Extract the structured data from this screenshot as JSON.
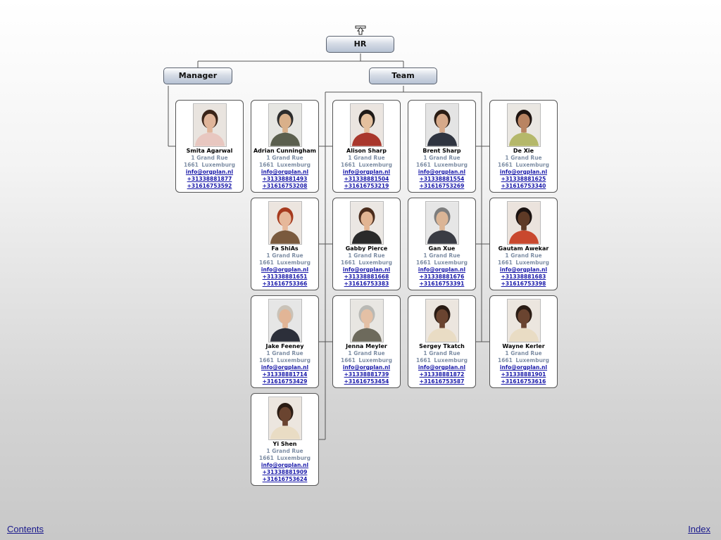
{
  "nodes": {
    "hr": "HR",
    "manager": "Manager",
    "team": "Team"
  },
  "people": [
    {
      "name": "Smita Agarwal",
      "street": "1 Grand Rue",
      "zip": "1661",
      "city": "Luxemburg",
      "email": "info@orgplan.nl",
      "phone1": "+31338881877",
      "phone2": "+31616753592",
      "skin": "#e0b59a",
      "hair": "#3a2418",
      "shirt": "#e8c7c0",
      "bg": "#e9e4df"
    },
    {
      "name": "Adrian Cunningham",
      "street": "1 Grand Rue",
      "zip": "1661",
      "city": "Luxemburg",
      "email": "info@orgplan.nl",
      "phone1": "+31338881493",
      "phone2": "+31616753208",
      "skin": "#d9b08a",
      "hair": "#2c2c2c",
      "shirt": "#5b5f4e",
      "bg": "#e6e6e2"
    },
    {
      "name": "Alison Sharp",
      "street": "1 Grand Rue",
      "zip": "1661",
      "city": "Luxemburg",
      "email": "info@orgplan.nl",
      "phone1": "+31338881504",
      "phone2": "+31616753219",
      "skin": "#e4c09e",
      "hair": "#1e1a18",
      "shirt": "#a9372c",
      "bg": "#ebe5e0"
    },
    {
      "name": "Brent Sharp",
      "street": "1 Grand Rue",
      "zip": "1661",
      "city": "Luxemburg",
      "email": "info@orgplan.nl",
      "phone1": "+31338881554",
      "phone2": "+31616753269",
      "skin": "#d6a98a",
      "hair": "#2a1c14",
      "shirt": "#2f3440",
      "bg": "#e4e4e4"
    },
    {
      "name": "De Xie",
      "street": "1 Grand Rue",
      "zip": "1661",
      "city": "Luxemburg",
      "email": "info@orgplan.nl",
      "phone1": "+31338881625",
      "phone2": "+31616753340",
      "skin": "#b98462",
      "hair": "#1e1410",
      "shirt": "#b5b86a",
      "bg": "#eae7e2"
    },
    {
      "name": "Fa ShiAs",
      "street": "1 Grand Rue",
      "zip": "1661",
      "city": "Luxemburg",
      "email": "info@orgplan.nl",
      "phone1": "+31338881651",
      "phone2": "+31616753366",
      "skin": "#e6b89a",
      "hair": "#a63a1e",
      "shirt": "#7a5a3e",
      "bg": "#ece5df"
    },
    {
      "name": "Gabby Pierce",
      "street": "1 Grand Rue",
      "zip": "1661",
      "city": "Luxemburg",
      "email": "info@orgplan.nl",
      "phone1": "+31338881668",
      "phone2": "+31616753383",
      "skin": "#e2b593",
      "hair": "#4a2c1c",
      "shirt": "#2a2a2a",
      "bg": "#ebe7e3"
    },
    {
      "name": "Gan Xue",
      "street": "1 Grand Rue",
      "zip": "1661",
      "city": "Luxemburg",
      "email": "info@orgplan.nl",
      "phone1": "+31338881676",
      "phone2": "+31616753391",
      "skin": "#dbb596",
      "hair": "#7d7d7d",
      "shirt": "#3a3c44",
      "bg": "#e6e6e6"
    },
    {
      "name": "Gautam Awekar",
      "street": "1 Grand Rue",
      "zip": "1661",
      "city": "Luxemburg",
      "email": "info@orgplan.nl",
      "phone1": "+31338881683",
      "phone2": "+31616753398",
      "skin": "#5e3a26",
      "hair": "#1a1210",
      "shirt": "#c9482e",
      "bg": "#ebe3dd"
    },
    {
      "name": "Jake Feeney",
      "street": "1 Grand Rue",
      "zip": "1661",
      "city": "Luxemburg",
      "email": "info@orgplan.nl",
      "phone1": "+31338881714",
      "phone2": "+31616753429",
      "skin": "#e2b596",
      "hair": "#c9c2b8",
      "shirt": "#2c2f3a",
      "bg": "#e6e6e6"
    },
    {
      "name": "Jenna Meyler",
      "street": "1 Grand Rue",
      "zip": "1661",
      "city": "Luxemburg",
      "email": "info@orgplan.nl",
      "phone1": "+31338881739",
      "phone2": "+31616753454",
      "skin": "#e4c0a5",
      "hair": "#b9b9b5",
      "shirt": "#6d6a5c",
      "bg": "#e8e6e2"
    },
    {
      "name": "Sergey Tkatch",
      "street": "1 Grand Rue",
      "zip": "1661",
      "city": "Luxemburg",
      "email": "info@orgplan.nl",
      "phone1": "+31338881872",
      "phone2": "+31616753587",
      "skin": "#6a4430",
      "hair": "#2a1c14",
      "shirt": "#e9dcc4",
      "bg": "#ece6df"
    },
    {
      "name": "Wayne Kerler",
      "street": "1 Grand Rue",
      "zip": "1661",
      "city": "Luxemburg",
      "email": "info@orgplan.nl",
      "phone1": "+31338881901",
      "phone2": "+31616753616",
      "skin": "#6a4430",
      "hair": "#2a1c14",
      "shirt": "#e9dcc4",
      "bg": "#ece6df"
    },
    {
      "name": "Yi Shen",
      "street": "1 Grand Rue",
      "zip": "1661",
      "city": "Luxemburg",
      "email": "info@orgplan.nl",
      "phone1": "+31338881909",
      "phone2": "+31616753624",
      "skin": "#6a4430",
      "hair": "#2a1c14",
      "shirt": "#e9dcc4",
      "bg": "#ece6df"
    }
  ],
  "footer": {
    "contents": "Contents",
    "index": "Index"
  },
  "colors": {
    "link": "#1a1aaa",
    "address": "#7f8fa5",
    "connector": "#555555"
  }
}
